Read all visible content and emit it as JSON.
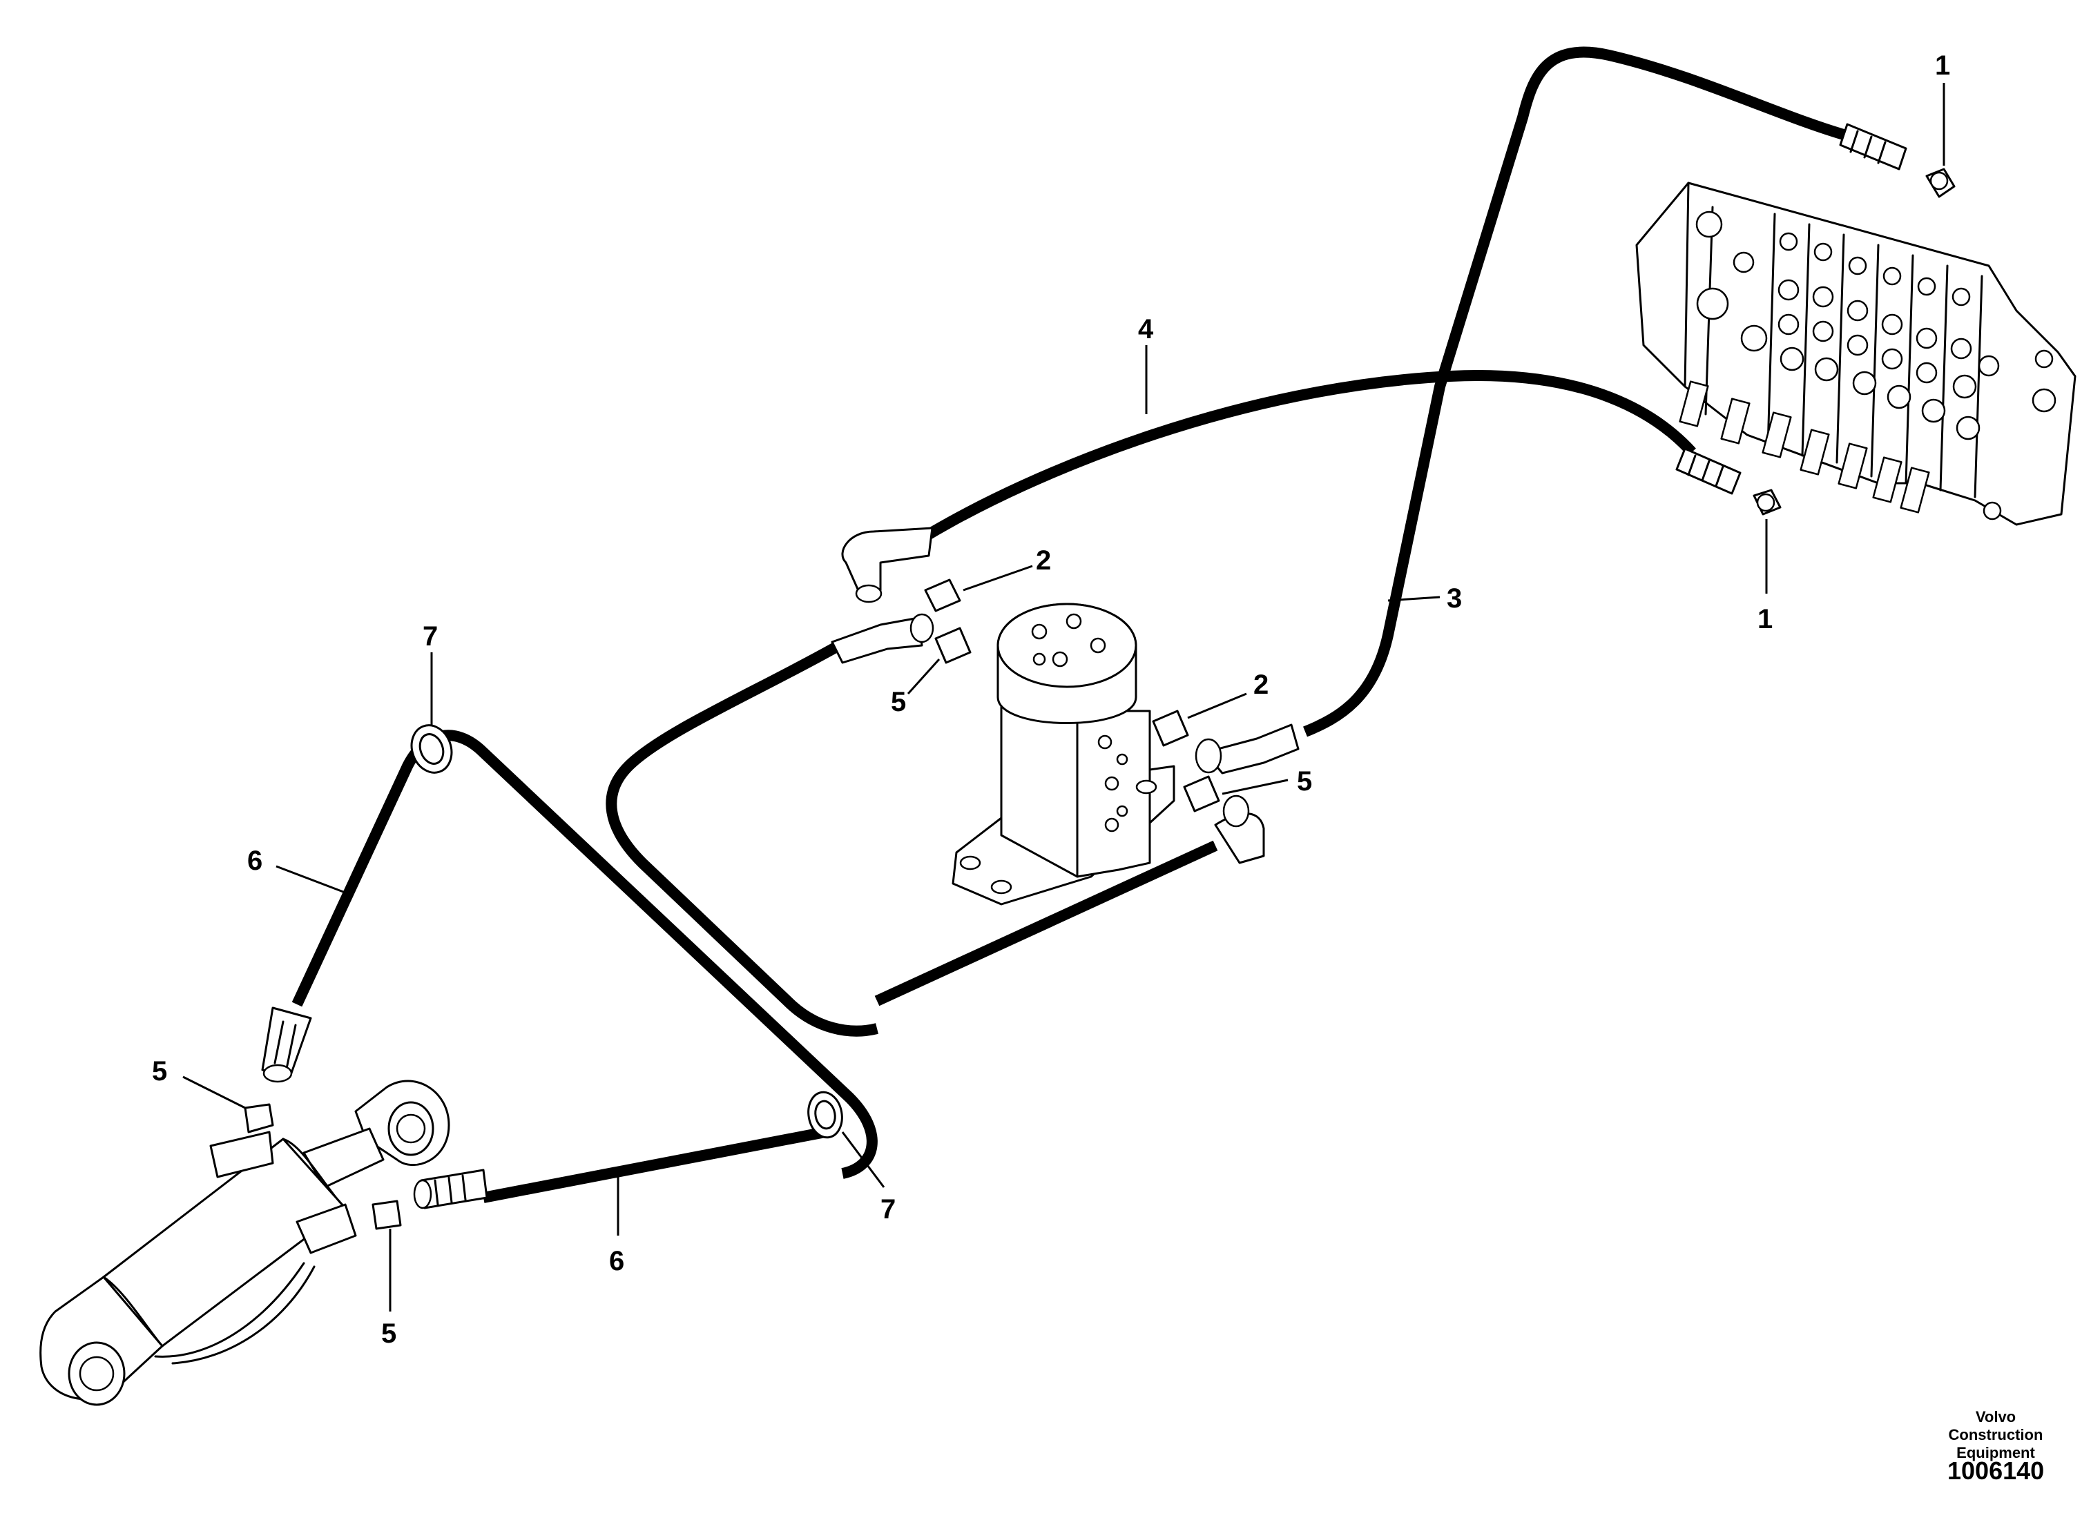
{
  "callouts": [
    {
      "id": "c1a",
      "label": "1"
    },
    {
      "id": "c1b",
      "label": "1"
    },
    {
      "id": "c2a",
      "label": "2"
    },
    {
      "id": "c2b",
      "label": "2"
    },
    {
      "id": "c3",
      "label": "3"
    },
    {
      "id": "c4",
      "label": "4"
    },
    {
      "id": "c5a",
      "label": "5"
    },
    {
      "id": "c5b",
      "label": "5"
    },
    {
      "id": "c5c",
      "label": "5"
    },
    {
      "id": "c5d",
      "label": "5"
    },
    {
      "id": "c6a",
      "label": "6"
    },
    {
      "id": "c6b",
      "label": "6"
    },
    {
      "id": "c7a",
      "label": "7"
    },
    {
      "id": "c7b",
      "label": "7"
    }
  ],
  "footer": {
    "brand_line1": "Volvo Construction",
    "brand_line2": "Equipment",
    "doc_number": "1006140"
  }
}
